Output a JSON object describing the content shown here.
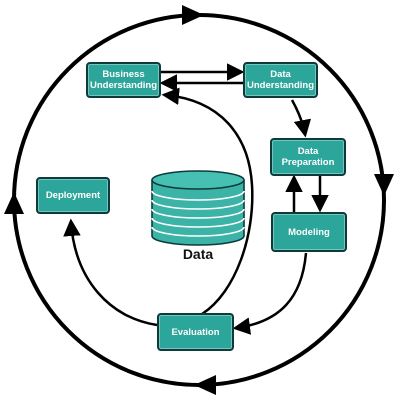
{
  "colors": {
    "box_fill": "#2ca69a",
    "box_border": "#0d3b3b",
    "line": "#000000",
    "disk_fill": "#3bb3a6"
  },
  "center": {
    "label": "Data",
    "icon": "database-icon"
  },
  "phases": {
    "business_understanding": "Business\nUnderstanding",
    "data_understanding": "Data\nUnderstanding",
    "data_preparation": "Data\nPreparation",
    "modeling": "Modeling",
    "evaluation": "Evaluation",
    "deployment": "Deployment"
  }
}
